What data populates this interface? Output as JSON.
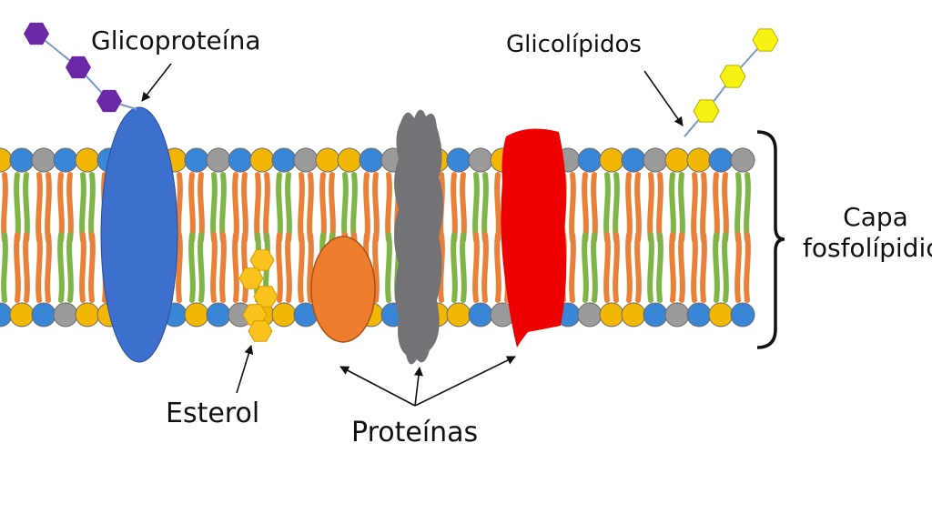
{
  "labels": {
    "glycoprotein": "Glicoproteína",
    "glycolipids": "Glicolípidos",
    "sterol": "Esterol",
    "proteins": "Proteínas",
    "bilayer_line1": "Capa",
    "bilayer_line2": "fosfolípidica"
  },
  "colors": {
    "head_yellow": "#f2b705",
    "head_blue": "#3a86d6",
    "head_gray": "#9a9a9a",
    "tail_orange": "#e9803a",
    "tail_green": "#7fb446",
    "glycoprotein": "#3d6fcc",
    "protein_orange": "#ee7d2e",
    "protein_gray": "#737277",
    "protein_red": "#ee0000",
    "sterol": "#f9c21c",
    "sugar_purple": "#6a28a6",
    "sugar_yellow": "#f7f211",
    "line": "#111111"
  },
  "icons": [
    "glycoprotein-sugar-chain",
    "glycolipid-sugar-chain",
    "sterol-hexagons",
    "bracket"
  ]
}
